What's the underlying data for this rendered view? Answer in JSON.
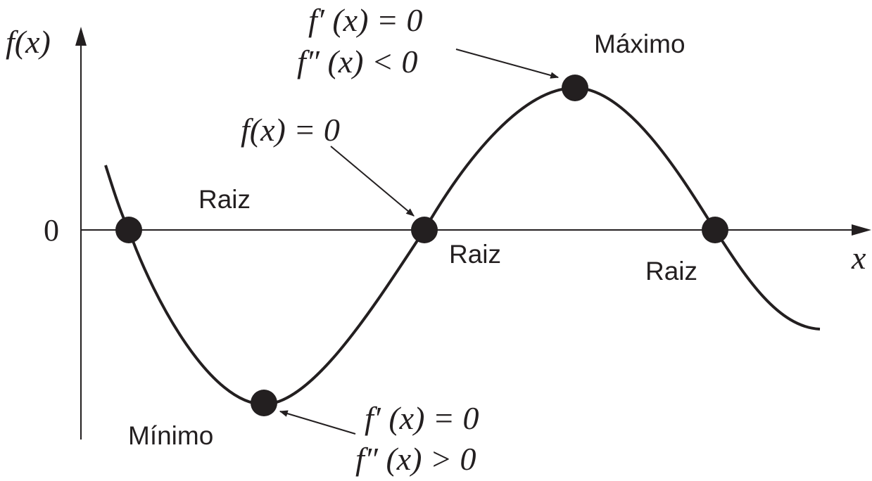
{
  "axis": {
    "y_label": "f(x)",
    "x_label": "x",
    "origin_label": "0"
  },
  "labels": {
    "root_left": "Raiz",
    "root_middle": "Raiz",
    "root_right": "Raiz",
    "maximum": "Máximo",
    "minimum": "Mínimo"
  },
  "conditions": {
    "max_first": "f′ (x) = 0",
    "max_second": "f″ (x) < 0",
    "root": "f(x) = 0",
    "min_first": "f′ (x) = 0",
    "min_second": "f″ (x) > 0"
  },
  "colors": {
    "ink": "#231f20",
    "background": "#ffffff"
  }
}
